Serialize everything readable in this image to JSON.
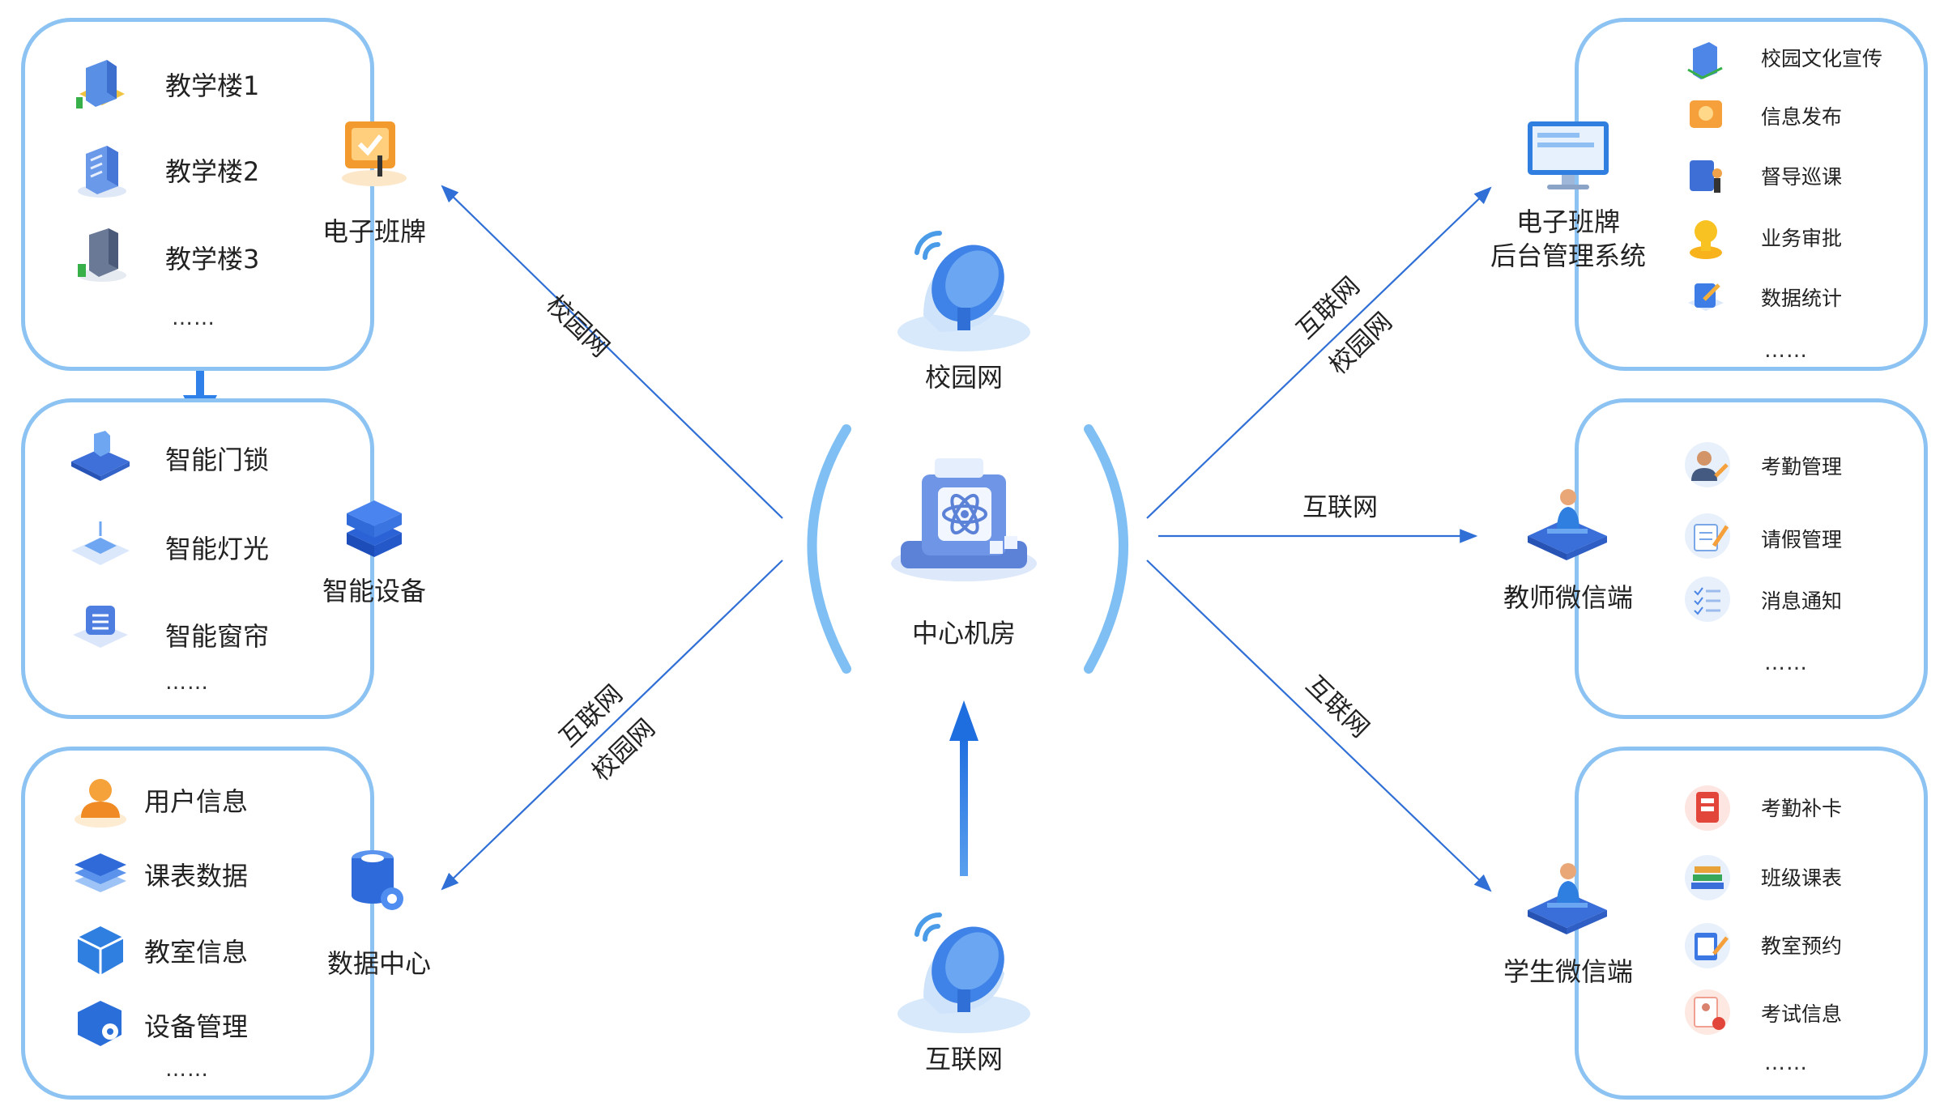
{
  "center": {
    "title": "中心机房"
  },
  "top_node": {
    "label": "校园网"
  },
  "bottom_node": {
    "label": "互联网"
  },
  "links": {
    "top_left": "校园网",
    "bottom_left": [
      "互联网",
      "校园网"
    ],
    "top_right": [
      "互联网",
      "校园网"
    ],
    "mid_right": "互联网",
    "bottom_right": "互联网"
  },
  "left_panels": [
    {
      "title": "电子班牌",
      "items": [
        "教学楼1",
        "教学楼2",
        "教学楼3"
      ],
      "more": "……"
    },
    {
      "title": "智能设备",
      "items": [
        "智能门锁",
        "智能灯光",
        "智能窗帘"
      ],
      "more": "……"
    },
    {
      "title": "数据中心",
      "items": [
        "用户信息",
        "课表数据",
        "教室信息",
        "设备管理"
      ],
      "more": "……"
    }
  ],
  "right_panels": [
    {
      "title_line1": "电子班牌",
      "title_line2": "后台管理系统",
      "items": [
        "校园文化宣传",
        "信息发布",
        "督导巡课",
        "业务审批",
        "数据统计"
      ],
      "more": "……"
    },
    {
      "title": "教师微信端",
      "items": [
        "考勤管理",
        "请假管理",
        "消息通知"
      ],
      "more": "……"
    },
    {
      "title": "学生微信端",
      "items": [
        "考勤补卡",
        "班级课表",
        "教室预约",
        "考试信息"
      ],
      "more": "……"
    }
  ],
  "colors": {
    "panel_border": "#8cc3f2",
    "link_line": "#2f6fd6",
    "bracket": "#7fbff3",
    "arrow": "#1f6ee0",
    "text": "#222222"
  },
  "icons": {
    "satellite": "satellite-dish-icon",
    "server": "server-room-icon",
    "building": "building-icon",
    "board": "class-board-icon",
    "monitor": "monitor-icon",
    "person": "person-platform-icon"
  }
}
